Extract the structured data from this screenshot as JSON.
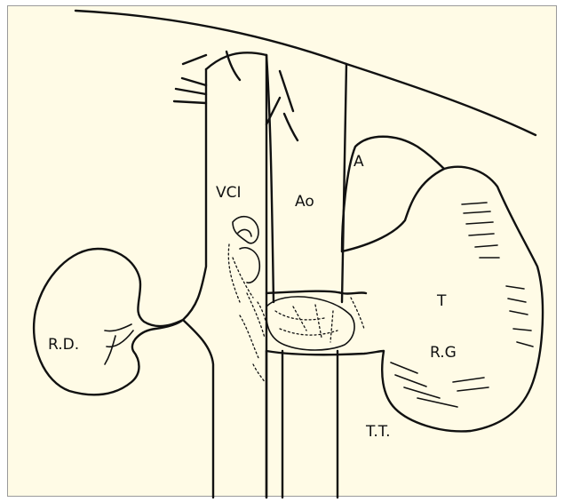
{
  "diagram": {
    "labels": {
      "vci": "VCI",
      "ao": "Ao",
      "a": "A",
      "t": "T",
      "rg": "R.G",
      "rd": "R.D.",
      "tt": "T.T."
    }
  }
}
